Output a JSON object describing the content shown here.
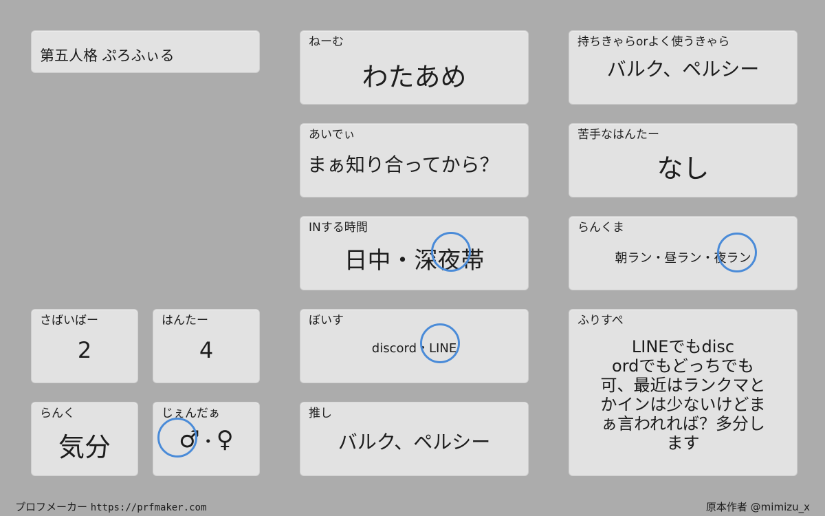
{
  "title": "第五人格 ぷろふぃる",
  "name": {
    "label": "ねーむ",
    "value": "わたあめ"
  },
  "main_character": {
    "label": "持ちきゃらorよく使うきゃら",
    "value": "バルク、ペルシー"
  },
  "id": {
    "label": "あいでぃ",
    "value": "まぁ知り合ってから？"
  },
  "weak_hunter": {
    "label": "苦手なはんたー",
    "value": "なし"
  },
  "login_time": {
    "label": "INする時間",
    "value": "日中・深夜帯",
    "circled": "夜"
  },
  "rank_match": {
    "label": "らんくま",
    "value": "朝ラン・昼ラン・夜ラン",
    "circled": "夜ラン"
  },
  "survivor": {
    "label": "さばいばー",
    "value": "2"
  },
  "hunter": {
    "label": "はんたー",
    "value": "4"
  },
  "voice": {
    "label": "ぼいす",
    "value": "discord・LINE",
    "circled": "LINE"
  },
  "rank": {
    "label": "らんく",
    "value": "気分"
  },
  "gender": {
    "label": "じぇんだぁ",
    "male": "♂",
    "separator": "・",
    "female": "♀",
    "circled": "♂"
  },
  "oshi": {
    "label": "推し",
    "value": "バルク、ペルシー"
  },
  "free_space": {
    "label": "ふりすぺ",
    "lines": [
      "LINEでもdisc",
      "ordでもどっちでも",
      "可、最近はランクマと",
      "かインは少ないけどま",
      "ぁ言われれば？多分し",
      "ます"
    ]
  },
  "footer": {
    "left_text": "プロフメーカー",
    "left_url": "https://prfmaker.com",
    "right_text": "原本作者 @mimizu_x"
  },
  "colors": {
    "background": "#acacac",
    "box": "#e2e2e2",
    "circle": "#4a8bd8"
  }
}
